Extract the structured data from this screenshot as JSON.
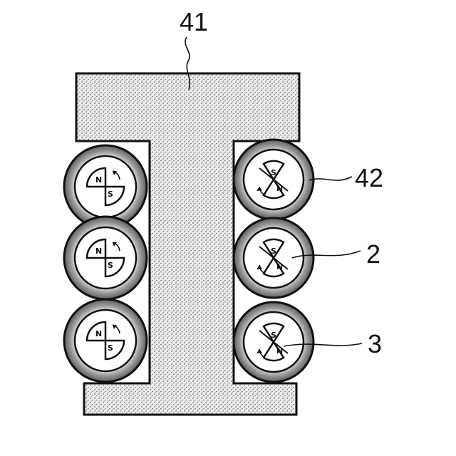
{
  "labels": {
    "core": "41",
    "ring": "42",
    "magnet": "2",
    "sector": "3"
  },
  "poles": {
    "north": "N",
    "south": "S"
  },
  "colors": {
    "stipple": "#d4d4d4",
    "ink": "#111111",
    "ring_dark": "#6a6a6a",
    "ring_light": "#f4f4f4"
  }
}
